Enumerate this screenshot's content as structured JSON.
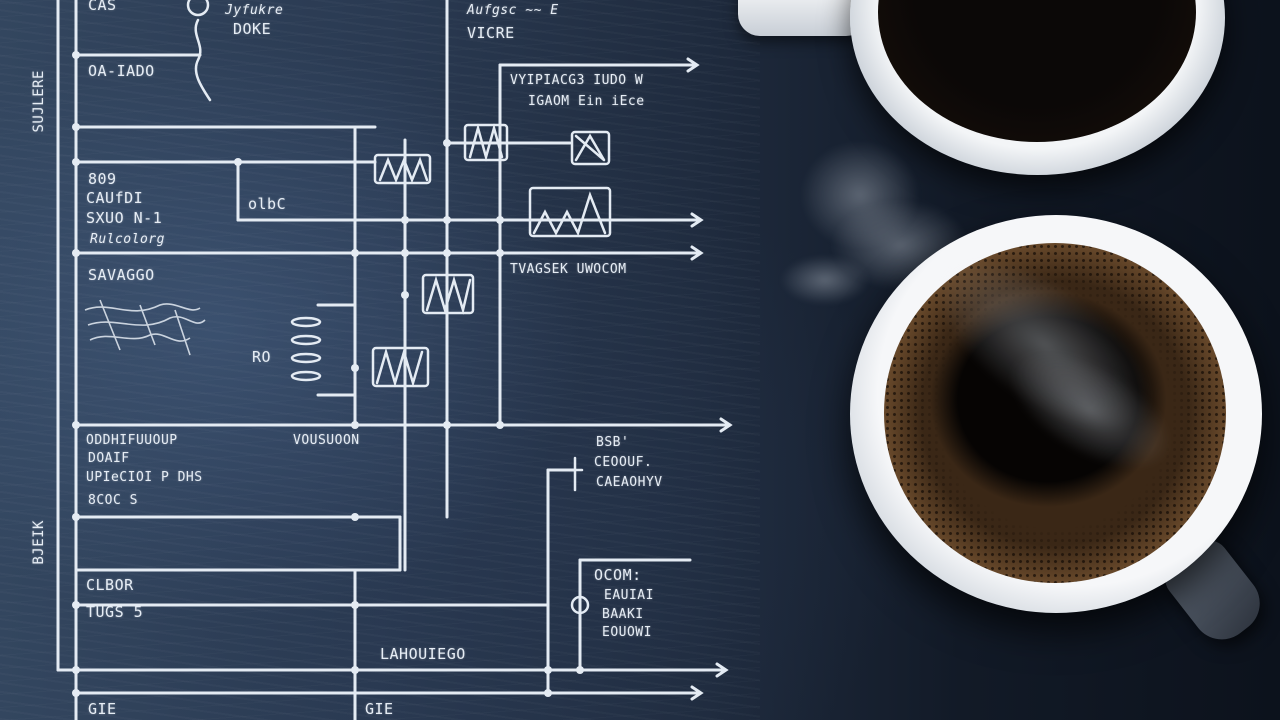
{
  "scene": {
    "description": "Chalkboard with hand-drawn circuit/flow diagram beside two white cups of black coffee, one steaming",
    "colors": {
      "chalkboard": "#2a3a52",
      "chalk": "#e6edf5",
      "cup_white": "#f3f5f7",
      "coffee": "#0b0807",
      "crema": "#6b4b2c",
      "background_dark": "#0c121c"
    }
  },
  "diagram": {
    "labels": {
      "top_left_partial": "CAS",
      "top_circle_label_1": "Jyfukre",
      "top_circle_label_2": "DOKE",
      "top_mid_1": "Aufgsc ~~ E",
      "top_mid_2": "VICRE",
      "box1": "OA-IADO",
      "box2_1": "809",
      "box2_2": "CAUfDI",
      "box2_3": "SXUO N-1",
      "box2_4": "Rulcolorg",
      "mid_box": "olbC",
      "right_1a": "VYIPIACG3 IUDO W",
      "right_1b": "IGAOM Ein iEce",
      "right_2": "TVAGSEK UWOCOM",
      "section_3": "SAVAGGO",
      "resistor_label": "RO",
      "box4_1": "ODDHIFUUOUP",
      "box4_2": "DOAIF",
      "box4_3": "UPIeCIOI P DHS",
      "box4_4": "8COC S",
      "mid_row": "VOUSUOON",
      "right_3a": "BSB'",
      "right_3b": "CEOOUF.",
      "right_3c": "CAEAOHYV",
      "box5_1": "CLBOR",
      "box5_2": "TUGS 5",
      "right_4a": "OCOM:",
      "right_4b": "EAUIAI",
      "right_4c": "BAAKI",
      "right_4d": "EOUOWI",
      "bottom_mid": "LAHOUIEGO",
      "bottom_1": "GIE",
      "bottom_2": "GIE",
      "vertical_1": "SUJLERE",
      "vertical_2": "BJEIK"
    }
  },
  "objects": {
    "cup_top": "white cup, black coffee, partially cropped at top",
    "cup_bottom": "white cup, black coffee with crema ring, steam rising"
  }
}
